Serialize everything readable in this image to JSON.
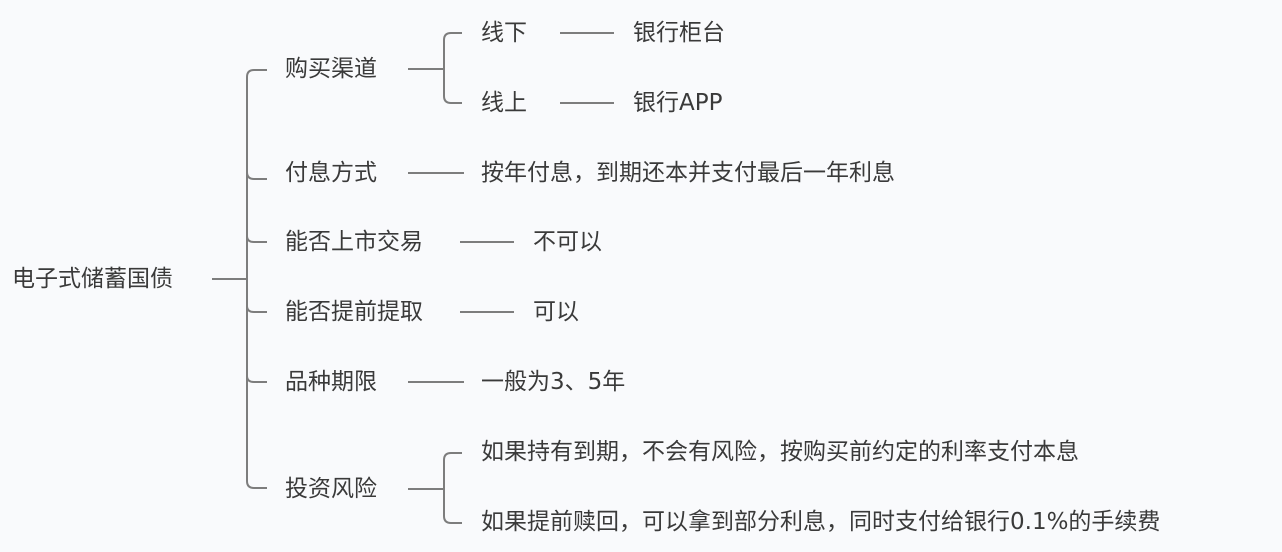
{
  "root": {
    "label": "电子式储蓄国债"
  },
  "branches": [
    {
      "label": "购买渠道",
      "children": [
        {
          "label": "线下",
          "value": "银行柜台"
        },
        {
          "label": "线上",
          "value": "银行APP"
        }
      ]
    },
    {
      "label": "付息方式",
      "value": "按年付息，到期还本并支付最后一年利息"
    },
    {
      "label": "能否上市交易",
      "value": "不可以"
    },
    {
      "label": "能否提前提取",
      "value": "可以"
    },
    {
      "label": "品种期限",
      "value": "一般为3、5年"
    },
    {
      "label": "投资风险",
      "children": [
        {
          "value": "如果持有到期，不会有风险，按购买前约定的利率支付本息"
        },
        {
          "value": "如果提前赎回，可以拿到部分利息，同时支付给银行0.1%的手续费"
        }
      ]
    }
  ],
  "colors": {
    "background": "#f9fafc",
    "line": "#7d7d7d",
    "text": "#3a3a3a"
  }
}
